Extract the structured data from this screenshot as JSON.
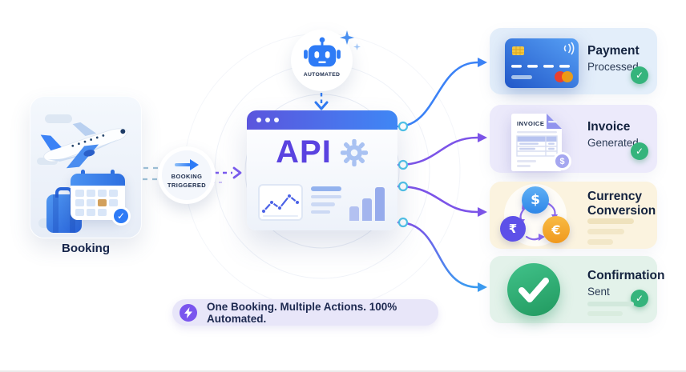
{
  "diagram": {
    "booking_label": "Booking",
    "trigger": {
      "line1": "BOOKING",
      "line2": "TRIGGERED"
    },
    "robot_label": "AUTOMATED",
    "api_title": "API",
    "tagline": "One Booking. Multiple Actions. 100% Automated."
  },
  "invoice_doc": {
    "title": "INVOICE",
    "badge_symbol": "$"
  },
  "currency_icons": {
    "dollar": "$",
    "rupee": "₹",
    "euro": "€"
  },
  "check_glyph": "✓",
  "outcomes": [
    {
      "title": "Payment",
      "subtitle": "Processed",
      "icon": "credit-card-icon",
      "bg": "#e3eefa",
      "status": "completed"
    },
    {
      "title": "Invoice",
      "subtitle": "Generated",
      "icon": "invoice-icon",
      "bg": "#eceafb",
      "status": "completed"
    },
    {
      "title": "Currency",
      "subtitle": "Conversion",
      "icon": "currency-exchange-icon",
      "bg": "#fbf3df",
      "status": "in-flow"
    },
    {
      "title": "Confirmation",
      "subtitle": "Sent",
      "icon": "check-circle-icon",
      "bg": "#e3f2ea",
      "status": "completed"
    }
  ],
  "colors": {
    "accent_blue": "#2e7bf6",
    "accent_purple": "#6a4fe8",
    "accent_green": "#35b47c",
    "text_navy": "#16254a",
    "titlebar_gradient": [
      "#5b55dd",
      "#3f87f5"
    ]
  }
}
